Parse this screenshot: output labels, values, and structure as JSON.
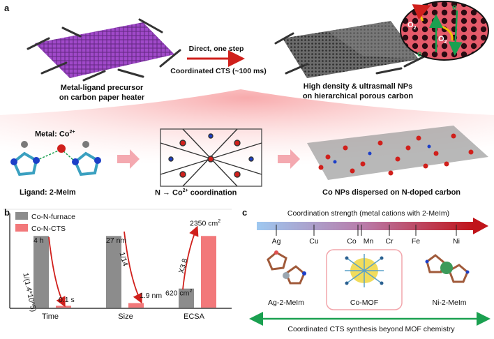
{
  "panel_a": {
    "label": "a",
    "precursor_line1": "Metal-ligand precursor",
    "precursor_line2": "on carbon paper heater",
    "arrow_top": "Direct, one step",
    "arrow_bottom": "Coordinated CTS (~100 ms)",
    "product_line1": "High density & ultrasmall NPs",
    "product_line2": "on hierarchical porous carbon",
    "inset_o2_left": "O",
    "inset_o2_right": "O",
    "inset_sub": "2",
    "inset_e": "e",
    "metal_label": "Metal: Co",
    "metal_charge": "2+",
    "ligand_label": "Ligand: 2-MeIm",
    "coord_label": "N → Co",
    "coord_charge": "2+",
    "coord_suffix": " coordination",
    "np_label": "Co NPs dispersed on N-doped carbon"
  },
  "panel_b": {
    "label": "b",
    "legend": [
      "Co-N-furnace",
      "Co-N-CTS"
    ],
    "colors": {
      "furnace": "#8c8c8c",
      "cts": "#f2787a",
      "arrow": "#d0201c"
    },
    "groups": [
      "Time",
      "Size",
      "ECSA"
    ],
    "value_labels": {
      "time_furnace": "4 h",
      "time_cts": "0.1 s",
      "size_furnace": "27 nm",
      "size_cts": "1.9 nm",
      "ecsa_furnace": "620 cm",
      "ecsa_cts": "2350 cm",
      "unit_sup": "2"
    },
    "arrow_labels": {
      "time": "1/(1.4*10^5)",
      "size": "1/14",
      "ecsa": "X3.8"
    }
  },
  "chart_data": {
    "type": "bar",
    "categories": [
      "Time",
      "Size",
      "ECSA"
    ],
    "series": [
      {
        "name": "Co-N-furnace",
        "values": [
          14400,
          27,
          620
        ]
      },
      {
        "name": "Co-N-CTS",
        "values": [
          0.1,
          1.9,
          2350
        ]
      }
    ],
    "value_units": [
      "s",
      "nm",
      "cm2"
    ],
    "relative_heights": {
      "furnace": [
        0.79,
        0.79,
        0.21
      ],
      "cts": [
        0.02,
        0.05,
        0.79
      ]
    }
  },
  "panel_c": {
    "label": "c",
    "title": "Coordination strength (metal cations with 2-MeIm)",
    "scale_ticks": [
      "Ag",
      "Cu",
      "Co",
      "Mn",
      "Cr",
      "Fe",
      "Ni"
    ],
    "gradient": {
      "start": "#9ec8f0",
      "mid": "#b46aa0",
      "end": "#c0141a"
    },
    "structures": [
      "Ag-2-MeIm",
      "Co-MOF",
      "Ni-2-MeIm"
    ],
    "footer": "Coordinated CTS synthesis beyond MOF chemistry",
    "footer_color": "#1aa050"
  }
}
